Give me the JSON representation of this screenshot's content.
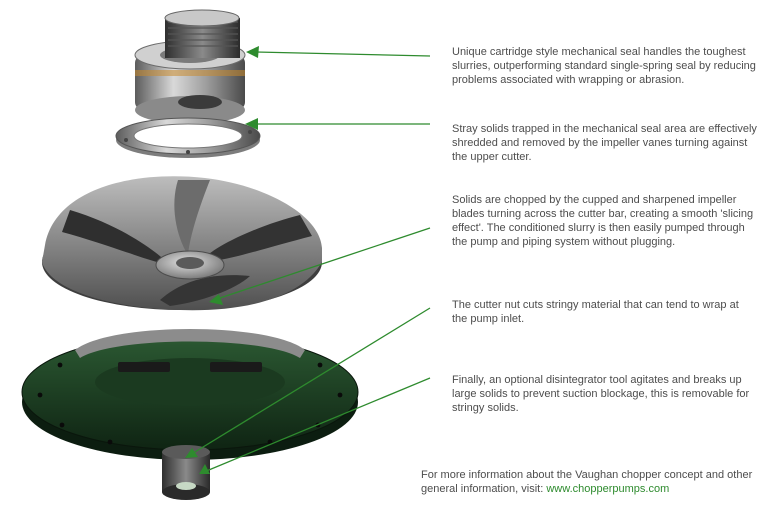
{
  "callouts": [
    {
      "id": "mechanical-seal",
      "text": "Unique cartridge style mechanical seal handles the toughest slurries, outperforming standard single-spring seal by reducing problems associated with wrapping or abrasion."
    },
    {
      "id": "upper-cutter",
      "text": "Stray solids trapped in the mechanical seal area are effectively shredded and removed by the impeller vanes turning against the upper cutter."
    },
    {
      "id": "impeller",
      "text": "Solids are chopped by the cupped and sharpened impeller blades turning across the cutter bar, creating a smooth 'slicing effect'. The conditioned slurry is then easily pumped through the pump and piping system without plugging."
    },
    {
      "id": "cutter-nut",
      "text": "The cutter nut cuts stringy material that can tend to wrap at the pump inlet."
    },
    {
      "id": "disintegrator",
      "text": "Finally, an optional disintegrator tool agitates and breaks up large solids to prevent suction blockage, this is removable for stringy solids."
    }
  ],
  "footer": {
    "text_before": "For more information about the Vaughan chopper concept and other general information, visit: ",
    "link": "www.chopperpumps.com"
  },
  "colors": {
    "leader_line": "#2e8b2e",
    "text": "#4d4d4d",
    "link": "#2e8b2e",
    "plate_green": "#1d3a22",
    "metal": "#9a9a9a"
  }
}
